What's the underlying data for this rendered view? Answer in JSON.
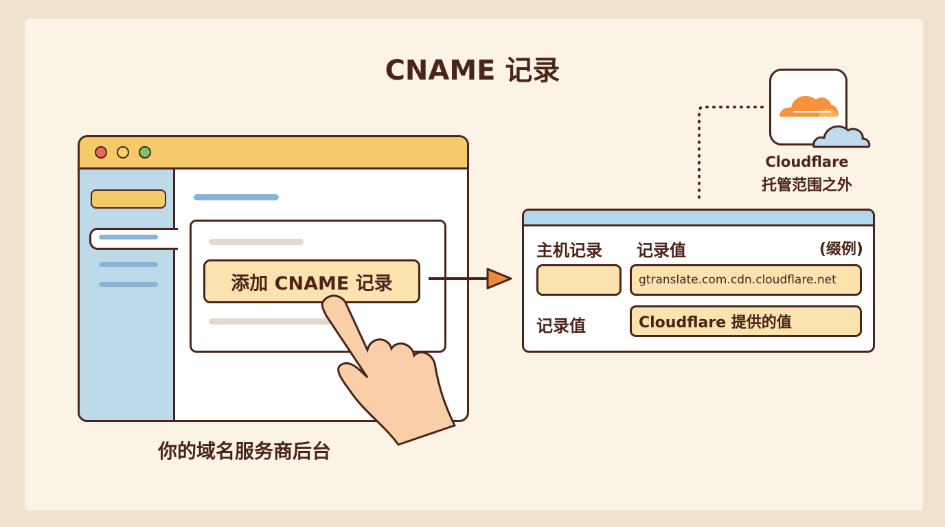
{
  "title": "CNAME 记录",
  "left_window": {
    "button_label": "添加 CNAME 记录",
    "caption": "你的域名服务商后台"
  },
  "right_panel": {
    "col_host": "主机记录",
    "col_value": "记录值",
    "example_tag": "(缀例)",
    "value_example": "gtranslate.com.cdn.cloudflare.net",
    "row2_label": "记录值",
    "row2_value": "Cloudflare 提供的值"
  },
  "cloudflare": {
    "name": "Cloudflare",
    "note": "托管范围之外"
  },
  "colors": {
    "ink": "#4a2418",
    "yellow": "#f6c96a",
    "blue": "#bcdaea",
    "orange": "#f08a3a"
  }
}
